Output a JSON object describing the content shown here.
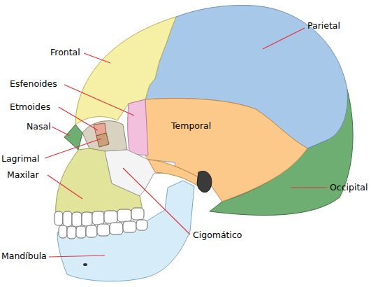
{
  "diagram": {
    "labels": [
      "Frontal",
      "Parietal",
      "Esfenoides",
      "Etmoides",
      "Temporal",
      "Nasal",
      "Lagrimal",
      "Occipital",
      "Maxilar",
      "Cigomático",
      "Mandíbula"
    ]
  }
}
